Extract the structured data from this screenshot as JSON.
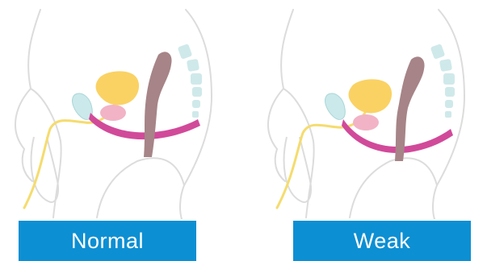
{
  "colors": {
    "label_background": "#0d8fd3",
    "label_text": "#ffffff",
    "outline": "#d9d9d9",
    "bladder": "#fbd36a",
    "urethra": "#f8e27d",
    "prostate": "#f1aec4",
    "pelvic_floor_muscle": "#d14a9a",
    "rectum": "#a9878a",
    "spine": "#cde9ea",
    "pubic_bone": "#cde9ea"
  },
  "panels": [
    {
      "id": "normal",
      "label": "Normal",
      "state": "normal"
    },
    {
      "id": "weak",
      "label": "Weak",
      "state": "weak"
    }
  ]
}
